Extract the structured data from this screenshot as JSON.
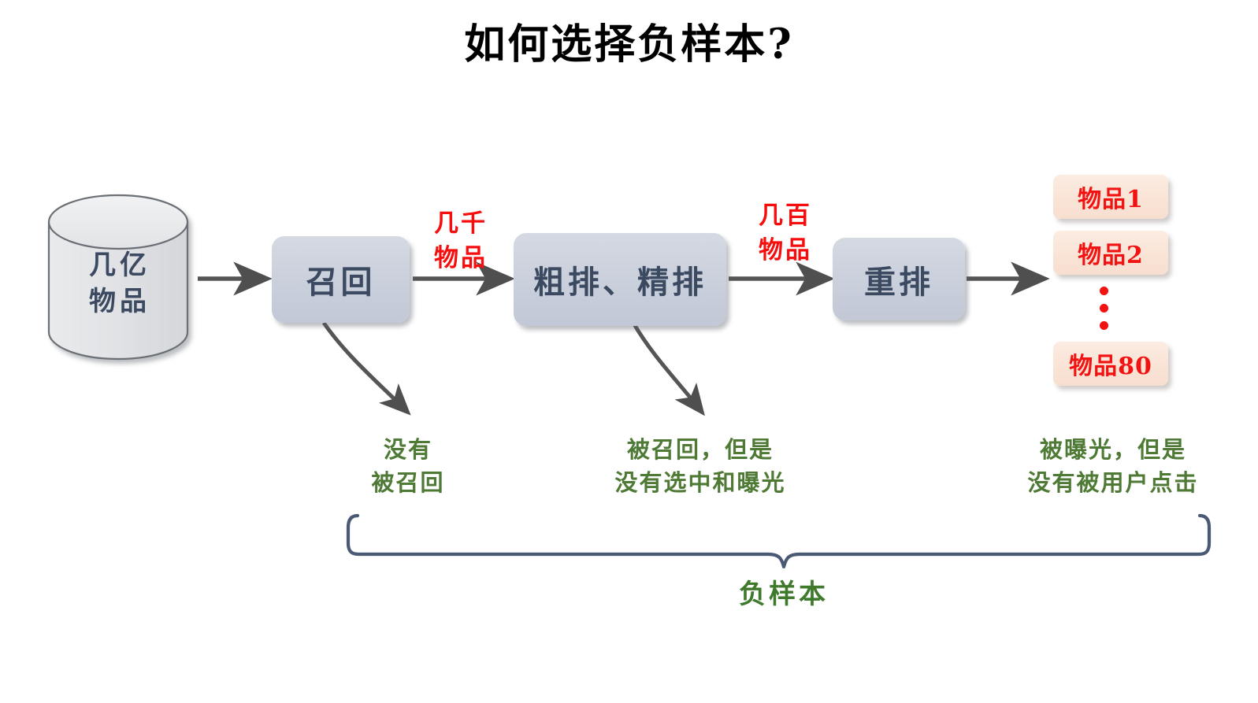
{
  "title": "如何选择负样本?",
  "colors": {
    "stage_fill": "#c9cfdb",
    "stage_text": "#3b4a60",
    "count_text": "#f60d0d",
    "item_fill": "#f9e3d5",
    "item_text": "#f21212",
    "note_text": "#4e7a35",
    "brace_stroke": "#4a5a75",
    "arrow_stroke": "#555555",
    "background": "#ffffff"
  },
  "source": {
    "icon": "database-cylinder-icon",
    "label": "几亿\n物品"
  },
  "stages": [
    {
      "id": "recall",
      "label": "召回"
    },
    {
      "id": "ranking",
      "label": "粗排、精排"
    },
    {
      "id": "rerank",
      "label": "重排"
    }
  ],
  "counts": [
    {
      "id": "after-recall",
      "label": "几千\n物品"
    },
    {
      "id": "after-ranking",
      "label": "几百\n物品"
    }
  ],
  "items": [
    {
      "id": "item-1",
      "label": "物品1"
    },
    {
      "id": "item-2",
      "label": "物品2"
    },
    {
      "id": "item-80",
      "label": "物品80"
    }
  ],
  "ellipsis": "⋮",
  "notes": [
    {
      "id": "not-recalled",
      "label": "没有\n被召回"
    },
    {
      "id": "not-exposed",
      "label": "被召回，但是\n没有选中和曝光"
    },
    {
      "id": "not-clicked",
      "label": "被曝光，但是\n没有被用户点击"
    }
  ],
  "brace": {
    "label": "负样本"
  }
}
